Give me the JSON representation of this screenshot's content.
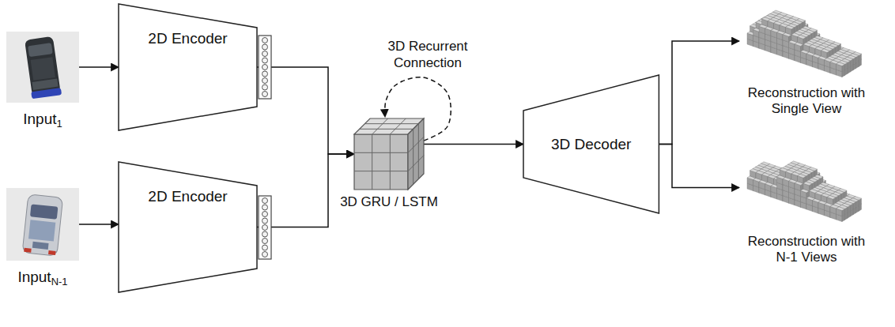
{
  "diagram": {
    "nodes": [
      {
        "text": [
          "Input",
          "1"
        ]
      },
      {
        "text": [
          "2D Encoder"
        ]
      },
      {
        "text": [
          "Input",
          "N-1"
        ]
      },
      {
        "text": [
          "2D Encoder"
        ]
      },
      {
        "text": [
          "3D GRU / LSTM"
        ]
      },
      {
        "text": [
          "3D Decoder"
        ]
      },
      {
        "text": [
          "Reconstruction with Single View"
        ]
      },
      {
        "text": [
          "Reconstruction with N-1 Views"
        ]
      }
    ],
    "edges": [
      {
        "from": 0,
        "to": 1,
        "arrow": "to"
      },
      {
        "from": 1,
        "to": 4,
        "arrow": "to"
      },
      {
        "from": 2,
        "to": 3,
        "arrow": "to"
      },
      {
        "from": 3,
        "to": 4,
        "arrow": "to"
      },
      {
        "from": 4,
        "to": 4,
        "label": "3D Recurrent Connection",
        "arrow": "to"
      },
      {
        "from": 4,
        "to": 5,
        "arrow": "to"
      },
      {
        "from": 5,
        "to": 6,
        "arrow": "to"
      },
      {
        "from": 5,
        "to": 7,
        "arrow": "to"
      }
    ]
  }
}
